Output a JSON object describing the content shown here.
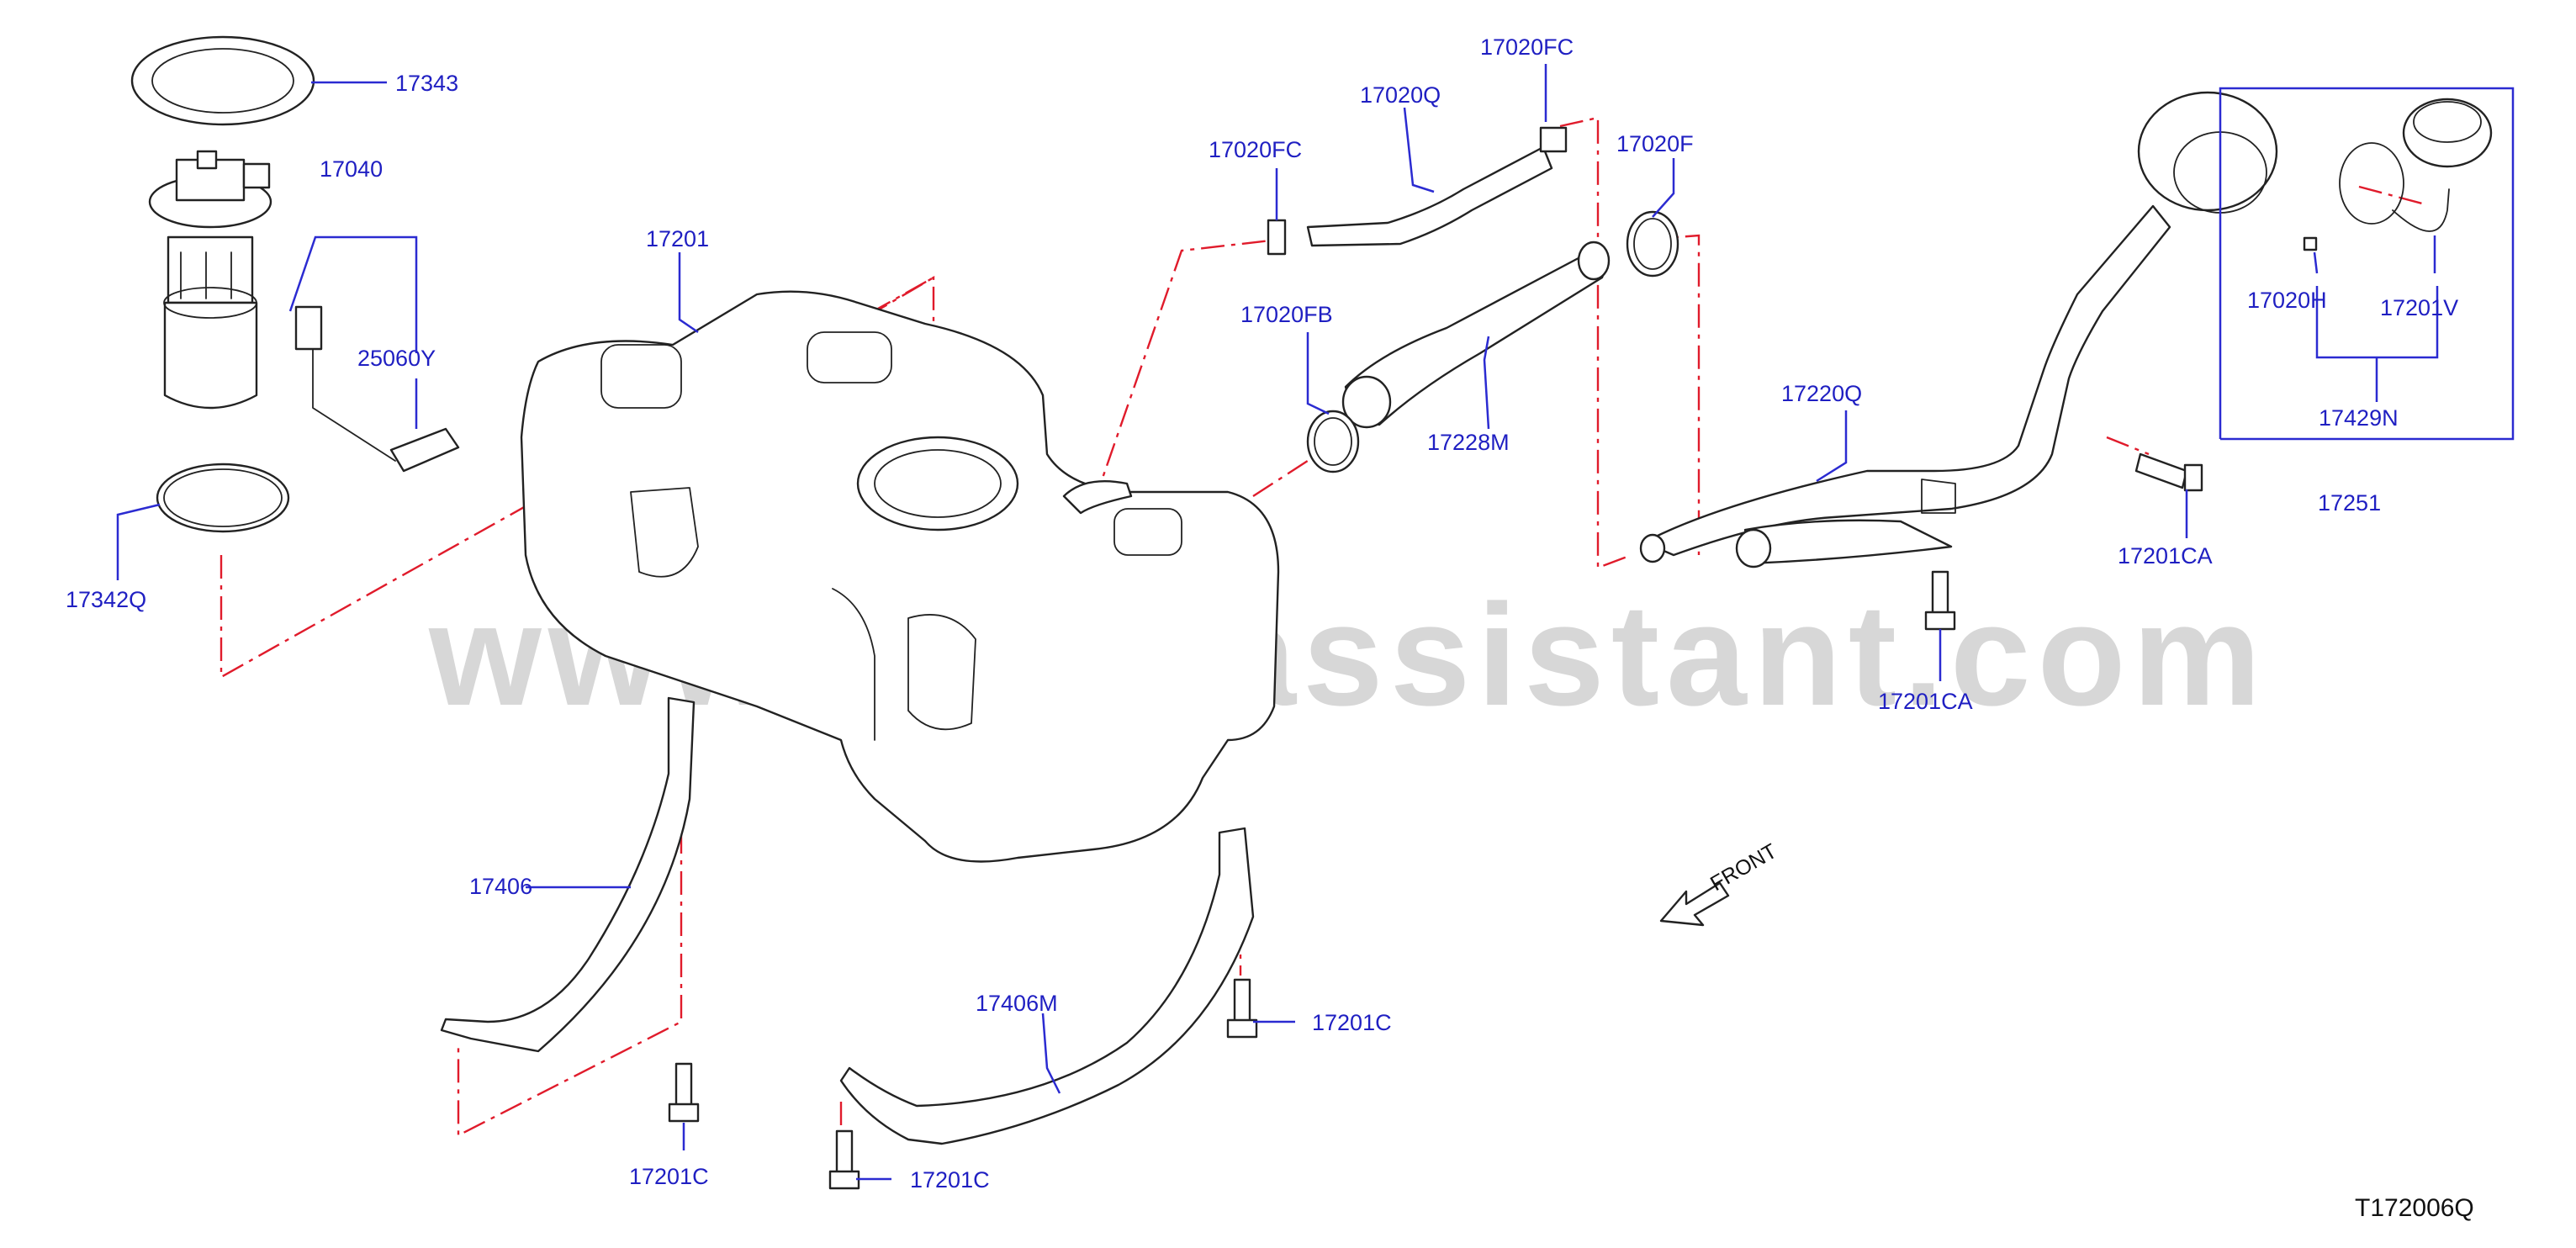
{
  "labels": {
    "p17343": "17343",
    "p17040": "17040",
    "p25060Y": "25060Y",
    "p17342Q": "17342Q",
    "p17201": "17201",
    "p17020FC_a": "17020FC",
    "p17020FC_b": "17020FC",
    "p17020Q": "17020Q",
    "p17020F": "17020F",
    "p17020FB": "17020FB",
    "p17228M": "17228M",
    "p17220Q": "17220Q",
    "p17020H": "17020H",
    "p17201V": "17201V",
    "p17429N": "17429N",
    "p17251": "17251",
    "p17201CA_a": "17201CA",
    "p17201CA_b": "17201CA",
    "p17406": "17406",
    "p17406M": "17406M",
    "p17201C_a": "17201C",
    "p17201C_b": "17201C",
    "p17201C_c": "17201C"
  },
  "front_label": "FRONT",
  "watermark": "www.partsassistant.com",
  "diagram_code": "T172006Q",
  "colors": {
    "label": "#1f1fc2",
    "leader": "#2b2bd1",
    "centerline": "#e01b2b",
    "outline": "#222222",
    "watermark": "#c8c8c8"
  }
}
